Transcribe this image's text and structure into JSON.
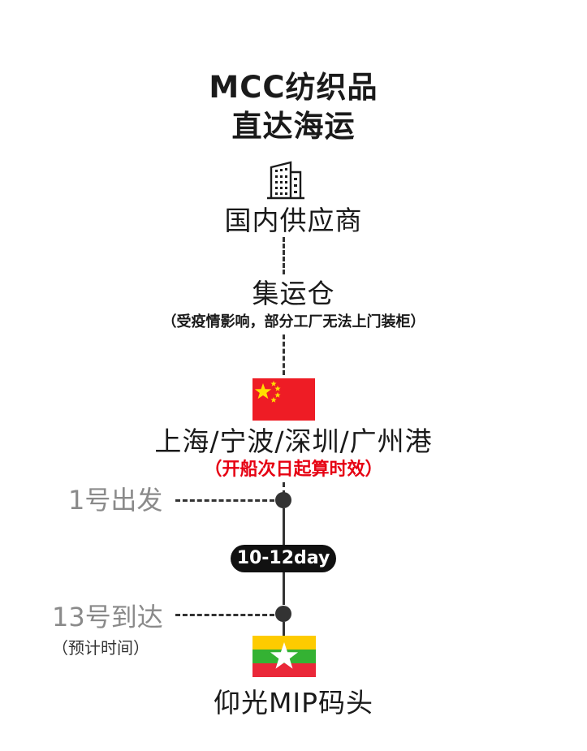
{
  "title": {
    "line1": "MCC纺织品",
    "line2": "直达海运"
  },
  "nodes": {
    "supplier": "国内供应商",
    "warehouse": "集运仓",
    "warehouse_note": "（受疫情影响，部分工厂无法上门装柜）",
    "ports": "上海/宁波/深圳/广州港",
    "ports_note": "（开船次日起算时效）",
    "destination": "仰光MIP码头"
  },
  "timeline": {
    "depart_label": "1号出发",
    "duration_badge": "10-12day",
    "arrive_label": "13号到达",
    "arrive_note": "（预计时间）"
  },
  "icons": {
    "supplier": "building-icon",
    "origin_flag": "china-flag-icon",
    "destination_flag": "myanmar-flag-icon"
  },
  "colors": {
    "accent_red": "#e60012",
    "line": "#333333",
    "muted": "#8a8a8a",
    "cn_red": "#ee1c25",
    "cn_yellow": "#ffde00",
    "mm_yellow": "#fecb00",
    "mm_green": "#34b233",
    "mm_red": "#ea2839"
  }
}
